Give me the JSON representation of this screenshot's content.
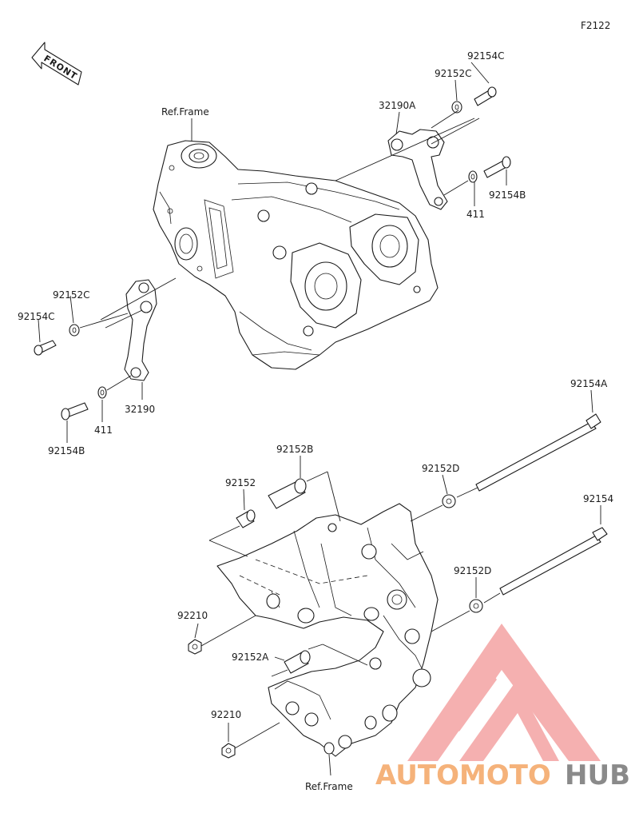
{
  "figure_code": "F2122",
  "front_arrow_label": "FRONT",
  "callouts": {
    "ref_frame_top": "Ref.Frame",
    "ref_frame_bottom": "Ref.Frame",
    "p92154C_top": "92154C",
    "p92152C_top": "92152C",
    "p32190A": "32190A",
    "p92154B_right": "92154B",
    "p411_right": "411",
    "p92152C_left": "92152C",
    "p92154C_left": "92154C",
    "p32190": "32190",
    "p411_left": "411",
    "p92154B_left": "92154B",
    "p92154A": "92154A",
    "p92152B": "92152B",
    "p92152D_upper": "92152D",
    "p92152": "92152",
    "p92154": "92154",
    "p92152D_lower": "92152D",
    "p92210_upper": "92210",
    "p92152A": "92152A",
    "p92210_lower": "92210"
  },
  "watermark": {
    "text_part1": "AUTOMOTO",
    "text_part2": "HUB",
    "color_primary": "#f28c8c",
    "color_secondary": "#f5b27a",
    "color_dark": "#8a8a8a"
  }
}
